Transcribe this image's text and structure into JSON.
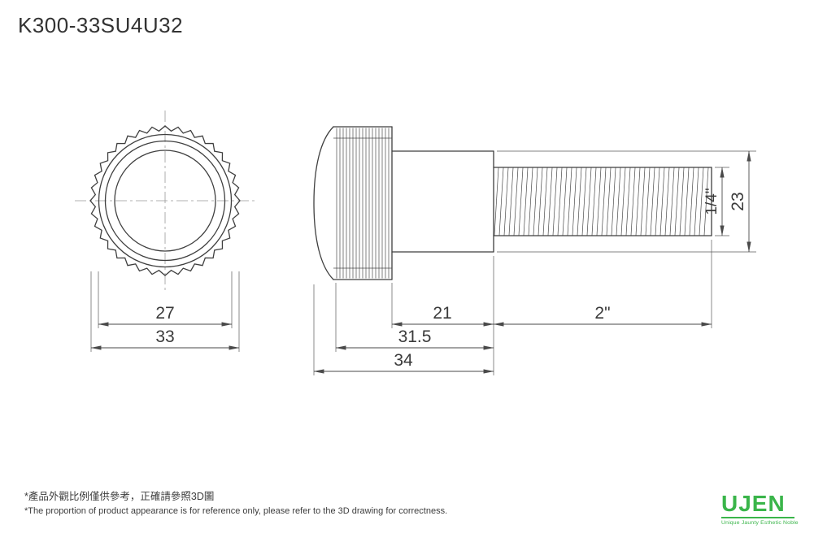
{
  "title": "K300-33SU4U32",
  "dimensions": {
    "front_inner_dia": "27",
    "front_outer_dia": "33",
    "shoulder_length": "21",
    "thread_length": "2\"",
    "head_to_shoulder": "31.5",
    "total_head_length": "34",
    "thread_dia": "1/4\"",
    "shoulder_dia": "23"
  },
  "notes": {
    "zh": "*產品外觀比例僅供參考，正確請參照3D圖",
    "en": "*The proportion of product appearance is for reference only, please refer to the 3D drawing for correctness."
  },
  "logo": {
    "name": "UJEN",
    "tagline": "Unique Jaunty Esthetic Noble",
    "color": "#3ab54a"
  },
  "colors": {
    "line": "#3f3f3f",
    "dimension": "#4a4a4a",
    "background": "#ffffff"
  }
}
